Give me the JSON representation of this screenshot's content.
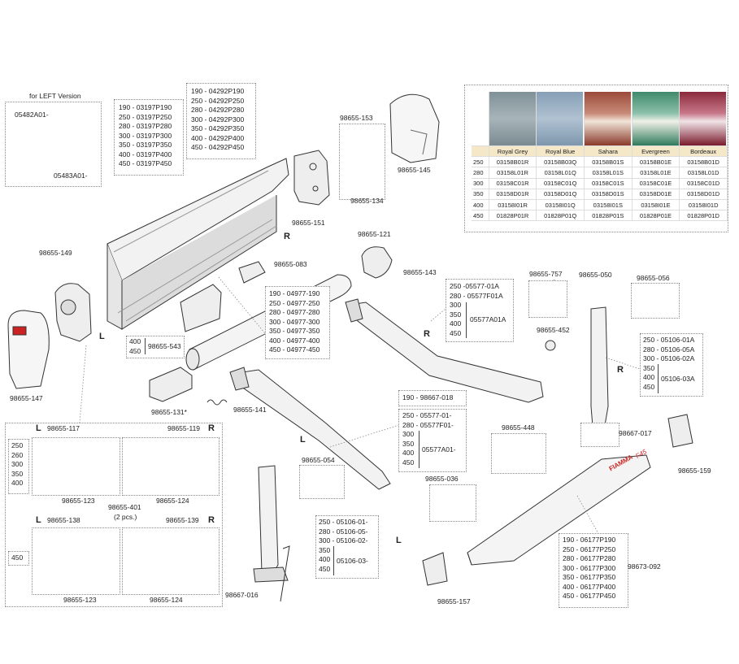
{
  "left_version": {
    "title": "for LEFT Version",
    "parts": [
      "05482A01-",
      "05483A01-"
    ]
  },
  "tables": {
    "bar_190": [
      "190 - 03197P190",
      "250 - 03197P250",
      "280 - 03197P280",
      "300 - 03197P300",
      "350 - 03197P350",
      "400 - 03197P400",
      "450 - 03197P450"
    ],
    "cover_190": [
      "190 - 04292P190",
      "250 - 04292P250",
      "280 - 04292P280",
      "300 - 04292P300",
      "350 - 04292P350",
      "400 - 04292P400",
      "450 - 04292P450"
    ],
    "roller": [
      "190 - 04977-190",
      "250 - 04977-250",
      "280 - 04977-280",
      "300 - 04977-300",
      "350 - 04977-350",
      "400 - 04977-400",
      "450 - 04977-450"
    ],
    "arm_r": [
      "250 -05577-01A",
      "280 - 05577F01A",
      "300",
      "350",
      "400",
      "450"
    ],
    "arm_r_code": "05577A01A",
    "leg_r": [
      "250 - 05106-01A",
      "280 - 05106-05A",
      "300 - 05106-02A",
      "350",
      "400",
      "450"
    ],
    "leg_r_code": "05106-03A",
    "arm_l": [
      "250 - 05577-01-",
      "280 - 05577F01-",
      "300",
      "350",
      "400",
      "450"
    ],
    "arm_l_code": "05577A01-",
    "leg_l": [
      "250 - 05106-01-",
      "280 - 05106-05-",
      "300 - 05106-02-",
      "350",
      "400",
      "450"
    ],
    "leg_l_code": "05106-03-",
    "front": [
      "190 - 06177P190",
      "250 - 06177P250",
      "280 - 06177P280",
      "300 - 06177P300",
      "350 - 06177P350",
      "400 - 06177P400",
      "450 - 06177P450"
    ],
    "spring_sizes": [
      "400",
      "450"
    ],
    "spring_code": "98655-543",
    "length_190": "190 - 98667-018"
  },
  "fabric_table": {
    "columns": [
      "Royal Grey",
      "Royal Blue",
      "Sahara",
      "Evergreen",
      "Bordeaux"
    ],
    "colors": [
      "#8a9aa0",
      "#8ea6bc",
      "#9a4a3a",
      "#3f8a6c",
      "#8a2a3c"
    ],
    "rows": [
      {
        "size": "250",
        "codes": [
          "03158B01R",
          "03158B03Q",
          "03158B01S",
          "03158B01E",
          "03158B01D"
        ]
      },
      {
        "size": "280",
        "codes": [
          "03158L01R",
          "03158L01Q",
          "03158L01S",
          "03158L01E",
          "03158L01D"
        ]
      },
      {
        "size": "300",
        "codes": [
          "03158C01R",
          "03158C01Q",
          "03158C01S",
          "03158C01E",
          "03158C01D"
        ]
      },
      {
        "size": "350",
        "codes": [
          "03158D01R",
          "03158D01Q",
          "03158D01S",
          "03158D01E",
          "03158D01D"
        ]
      },
      {
        "size": "400",
        "codes": [
          "03158I01R",
          "03158I01Q",
          "03158I01S",
          "03158I01E",
          "03158I01D"
        ]
      },
      {
        "size": "450",
        "codes": [
          "01828P01R",
          "01828P01Q",
          "01828P01S",
          "01828P01E",
          "01828P01D"
        ]
      }
    ]
  },
  "parts": {
    "p153": "98655-153",
    "p145": "98655-145",
    "p134": "98655-134",
    "p151": "98655-151",
    "p149": "98655-149",
    "p147": "98655-147",
    "p083": "98655-083",
    "p121": "98655-121",
    "p143": "98655-143",
    "p757": "98655-757",
    "p050": "98655-050",
    "p056": "98655-056",
    "p452": "98655-452",
    "p131": "98655-131*",
    "p141": "98655-141",
    "p017": "98667-017",
    "p448": "98655-448",
    "p159": "98655-159",
    "p054": "98655-054",
    "p036": "98655-036",
    "p016": "98667-016",
    "p157": "98655-157",
    "p092": "98673-092",
    "p117": "98655-117",
    "p119": "98655-119",
    "p123a": "98655-123",
    "p124a": "98655-124",
    "p401": "98655-401",
    "p401b": "(2 pcs.)",
    "p138": "98655-138",
    "p139": "98655-139",
    "p123b": "98655-123",
    "p124b": "98655-124"
  },
  "side_marks": {
    "r1": "R",
    "l1": "L",
    "r2": "R",
    "r3": "R",
    "l2": "L",
    "l3": "L",
    "kl1": "L",
    "kr1": "R",
    "kl2": "L",
    "kr2": "R"
  },
  "kit_sizes_top": [
    "250",
    "260",
    "300",
    "350",
    "400"
  ],
  "kit_size_bottom": "450",
  "brand": "FIAMMA",
  "model": "F45"
}
